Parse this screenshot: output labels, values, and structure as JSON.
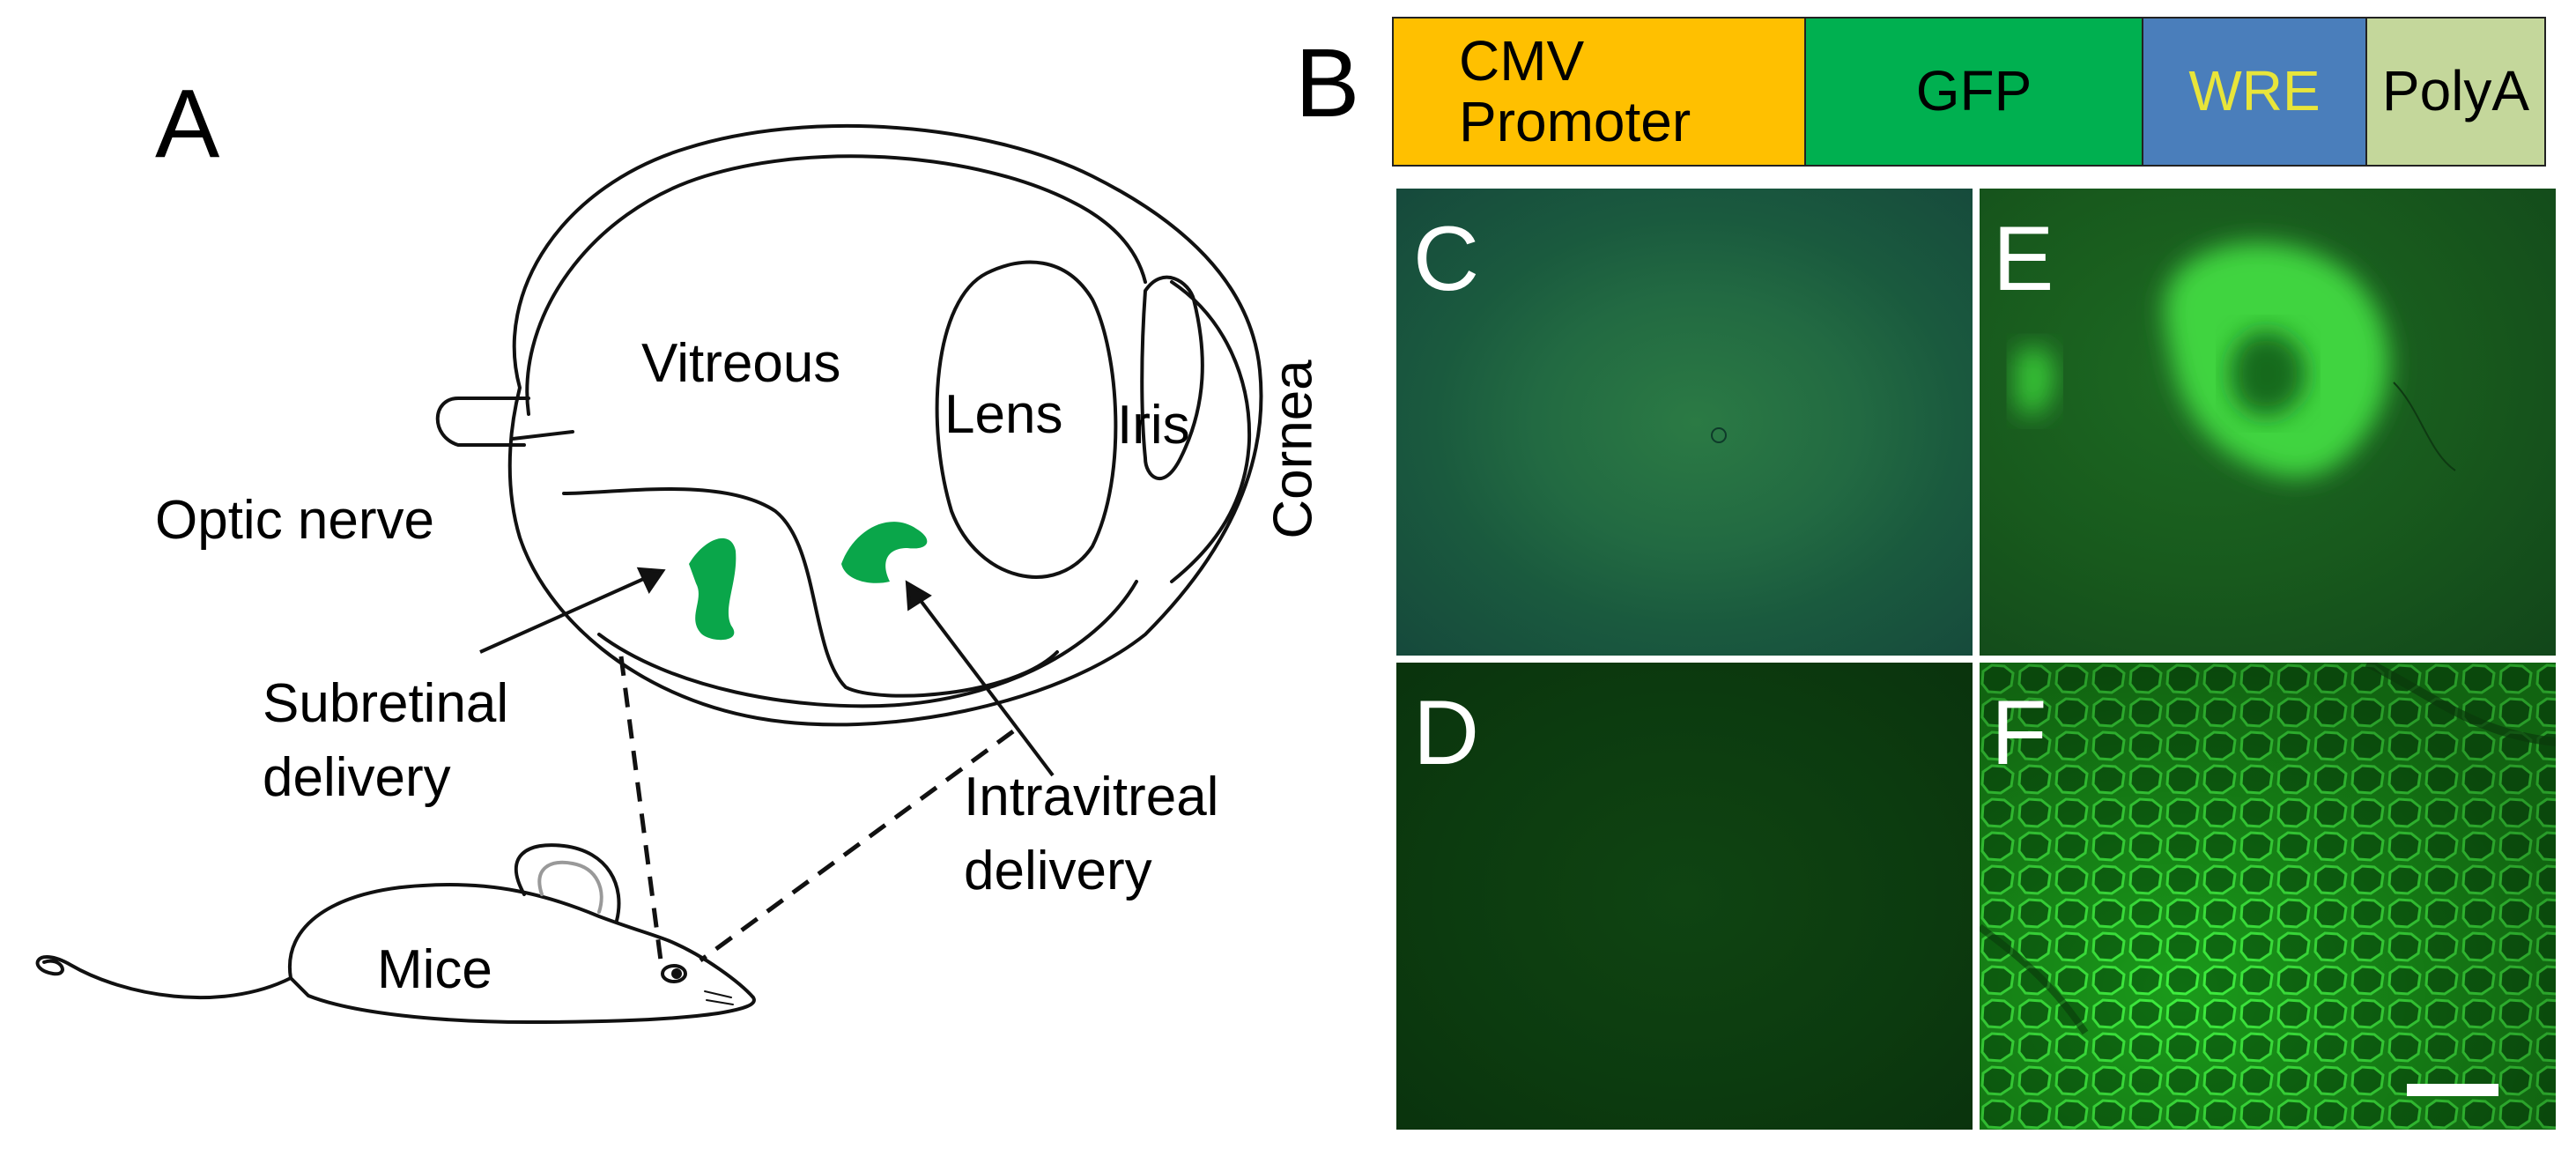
{
  "panel_a": {
    "letter": "A",
    "labels": {
      "vitreous": "Vitreous",
      "lens": "Lens",
      "iris": "Iris",
      "cornea": "Cornea",
      "optic_nerve": "Optic nerve",
      "subretinal_line1": "Subretinal",
      "subretinal_line2": "delivery",
      "intravitreal_line1": "Intravitreal",
      "intravitreal_line2": "delivery",
      "mice": "Mice"
    },
    "colors": {
      "gfp_injection": "#0aa64a",
      "outline": "#111111"
    }
  },
  "panel_b": {
    "letter": "B",
    "construct": [
      {
        "line1": "CMV",
        "line2": "Promoter",
        "color": "#ffc000",
        "text_color": "#000000"
      },
      {
        "line1": "GFP",
        "line2": "",
        "color": "#00b050",
        "text_color": "#000000"
      },
      {
        "line1": "WRE",
        "line2": "",
        "color": "#4a7ebb",
        "text_color": "#e8e53a"
      },
      {
        "line1": "PolyA",
        "line2": "",
        "color": "#c4d79b",
        "text_color": "#000000"
      }
    ]
  },
  "micrographs": [
    {
      "letter": "C",
      "description_color": "#1c5a3a"
    },
    {
      "letter": "E",
      "description_color": "#2aa82a"
    },
    {
      "letter": "D",
      "description_color": "#0d3d10"
    },
    {
      "letter": "F",
      "description_color": "#2ecc2e"
    }
  ]
}
